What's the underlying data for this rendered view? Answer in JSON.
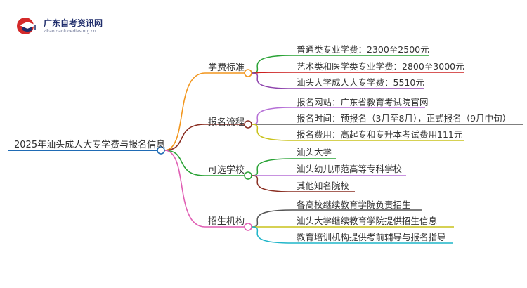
{
  "brand": {
    "name": "广东自考资讯网",
    "url": "zikao.danluoedies.org.cn"
  },
  "root": {
    "label": "2025年汕头成人大专学费与报名信息",
    "line_color": "#1f6bb5"
  },
  "branches": [
    {
      "label": "学费标准",
      "color": "#f2961e",
      "children": [
        {
          "label": "普通类专业学费：2300至2500元",
          "color": "#2aa336"
        },
        {
          "label": "艺术类和医学类专业学费：2800至3000元",
          "color": "#cc2020"
        },
        {
          "label": "汕头大学成人大专学费：5510元",
          "color": "#8e44ad"
        }
      ]
    },
    {
      "label": "报名流程",
      "color": "#8a2e22",
      "children": [
        {
          "label": "报名网站：广东省教育考试院官网",
          "color": "#b56fd6"
        },
        {
          "label": "报名时间：预报名（3月至8月），正式报名（9月中旬）",
          "color": "#555555"
        },
        {
          "label": "报名费用：高起专和专升本考试费用111元",
          "color": "#c9c21a"
        }
      ]
    },
    {
      "label": "可选学校",
      "color": "#2aa336",
      "children": [
        {
          "label": "汕头大学",
          "color": "#2aa336"
        },
        {
          "label": "汕头幼儿师范高等专科学校",
          "color": "#b56fd6"
        },
        {
          "label": "其他知名院校",
          "color": "#8a2e22"
        }
      ]
    },
    {
      "label": "招生机构",
      "color": "#e05fb4",
      "children": [
        {
          "label": "各高校继续教育学院负责招生",
          "color": "#555555"
        },
        {
          "label": "汕头大学继续教育学院提供招生信息",
          "color": "#c9c21a"
        },
        {
          "label": "教育培训机构提供考前辅导与报名指导",
          "color": "#1fb5c9"
        }
      ]
    }
  ]
}
